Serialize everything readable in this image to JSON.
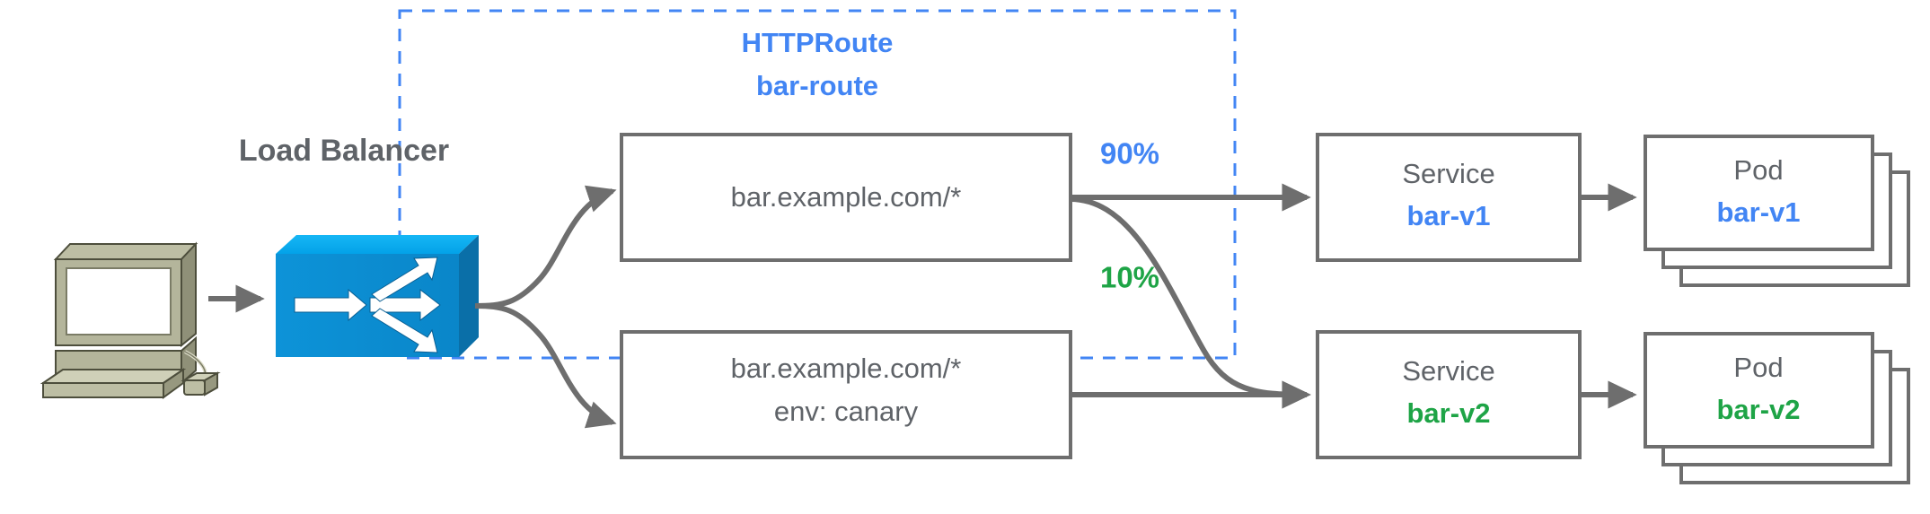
{
  "diagram": {
    "title_nodes": {
      "load_balancer_label": "Load Balancer"
    },
    "group": {
      "kind": "HTTPRoute",
      "name": "bar-route"
    },
    "client": {
      "icon": "desktop-computer-icon"
    },
    "load_balancer": {
      "icon": "load-balancer-switch-icon"
    },
    "rules": [
      {
        "id": "rule-primary",
        "line1": "bar.example.com/*",
        "line2": ""
      },
      {
        "id": "rule-canary",
        "line1": "bar.example.com/*",
        "line2": "env: canary"
      }
    ],
    "weights": [
      {
        "id": "weight-90",
        "label": "90%",
        "color": "#4285f4"
      },
      {
        "id": "weight-10",
        "label": "10%",
        "color": "#1ea446"
      }
    ],
    "services": [
      {
        "id": "service-bar-v1",
        "kind": "Service",
        "name": "bar-v1",
        "color": "#4285f4"
      },
      {
        "id": "service-bar-v2",
        "kind": "Service",
        "name": "bar-v2",
        "color": "#1ea446"
      }
    ],
    "pods": [
      {
        "id": "pod-bar-v1",
        "kind": "Pod",
        "name": "bar-v1",
        "color": "#4285f4",
        "replicas": 3
      },
      {
        "id": "pod-bar-v2",
        "kind": "Pod",
        "name": "bar-v2",
        "color": "#1ea446",
        "replicas": 3
      }
    ],
    "colors": {
      "blue": "#4285f4",
      "green": "#1ea446",
      "gray_stroke": "#6e6e6e",
      "gray_text": "#5f6368",
      "lb_face": "#0b8ed4",
      "lb_top": "#00b0f0",
      "lb_side": "#0a6fa8",
      "computer_body": "#a8a98c",
      "computer_light": "#c3c4aa",
      "background": "#ffffff"
    }
  }
}
